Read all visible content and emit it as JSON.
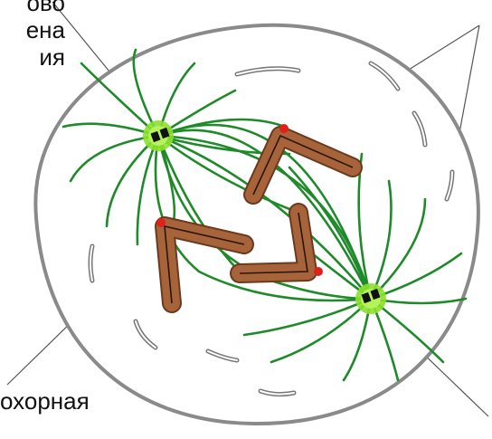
{
  "labels": {
    "top_left": [
      "ово",
      "ена",
      "ия"
    ],
    "bottom_left": [
      "охорная"
    ]
  },
  "colors": {
    "cell_outline": "#8a8a8a",
    "cell_fill": "#ffffff",
    "spindle_fiber": "#1f8a2a",
    "centrosome": "#8be02c",
    "centriole": "#111111",
    "chromosome": "#9b5a34",
    "kinetochore": "#e0201a",
    "leader_line": "#555555"
  }
}
